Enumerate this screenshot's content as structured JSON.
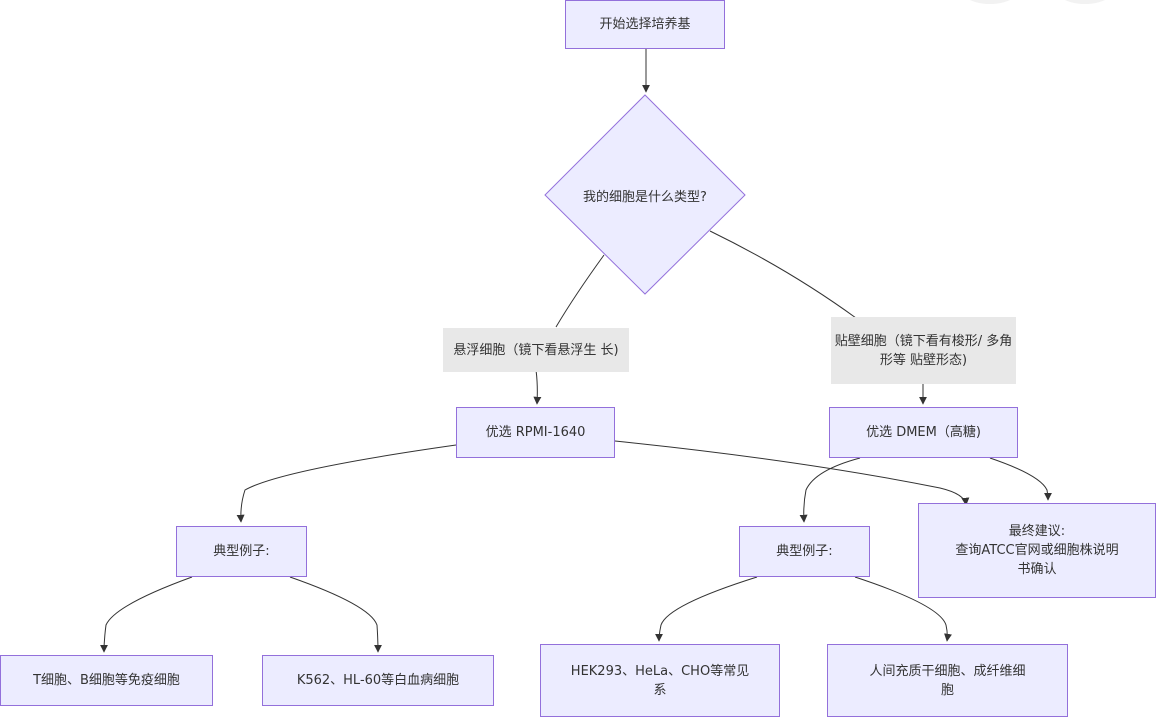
{
  "diagram": {
    "start": "开始选择培养基",
    "decision": "我的细胞是什么类型?",
    "edge_suspension": [
      "悬浮细胞（镜下看悬浮生",
      "长)"
    ],
    "edge_adherent": [
      "贴壁细胞（镜下看有梭形/",
      "多角形等",
      "贴壁形态)"
    ],
    "rpmi": "优选 RPMI-1640",
    "dmem": "优选 DMEM（高糖)",
    "examples_left": "典型例子:",
    "examples_right": "典型例子:",
    "final": [
      "最终建议:",
      "查询ATCC官网或细胞株说明",
      "书确认"
    ],
    "leaf_tb": "T细胞、B细胞等免疫细胞",
    "leaf_k562": "K562、HL-60等白血病细胞",
    "leaf_hek": [
      "HEK293、HeLa、CHO等常见",
      "系"
    ],
    "leaf_mesen": [
      "人间充质干细胞、成纤维细",
      "胞"
    ]
  },
  "colors": {
    "node_fill": "#ECECFF",
    "node_border": "#9370DB",
    "edge": "#333333",
    "edge_label_bg": "#E8E8E8"
  }
}
